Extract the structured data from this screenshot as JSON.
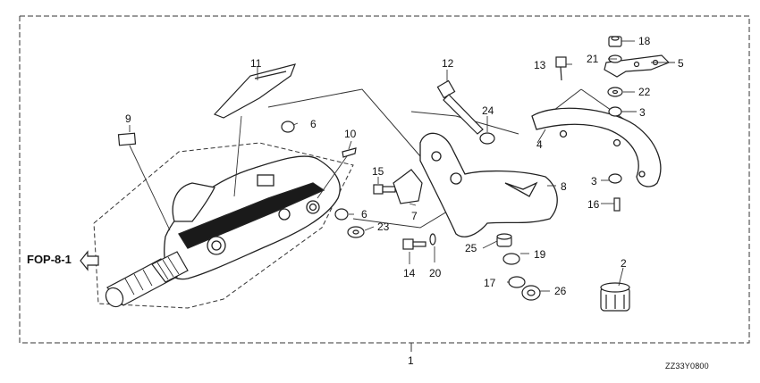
{
  "diagram": {
    "reference_label": "FOP-8-1",
    "drawing_code": "ZZ33Y0800",
    "part_numbers": [
      "1",
      "2",
      "3",
      "3",
      "4",
      "5",
      "6",
      "6",
      "7",
      "8",
      "9",
      "10",
      "11",
      "12",
      "13",
      "14",
      "15",
      "16",
      "17",
      "18",
      "19",
      "20",
      "21",
      "22",
      "23",
      "24",
      "25",
      "26"
    ]
  }
}
